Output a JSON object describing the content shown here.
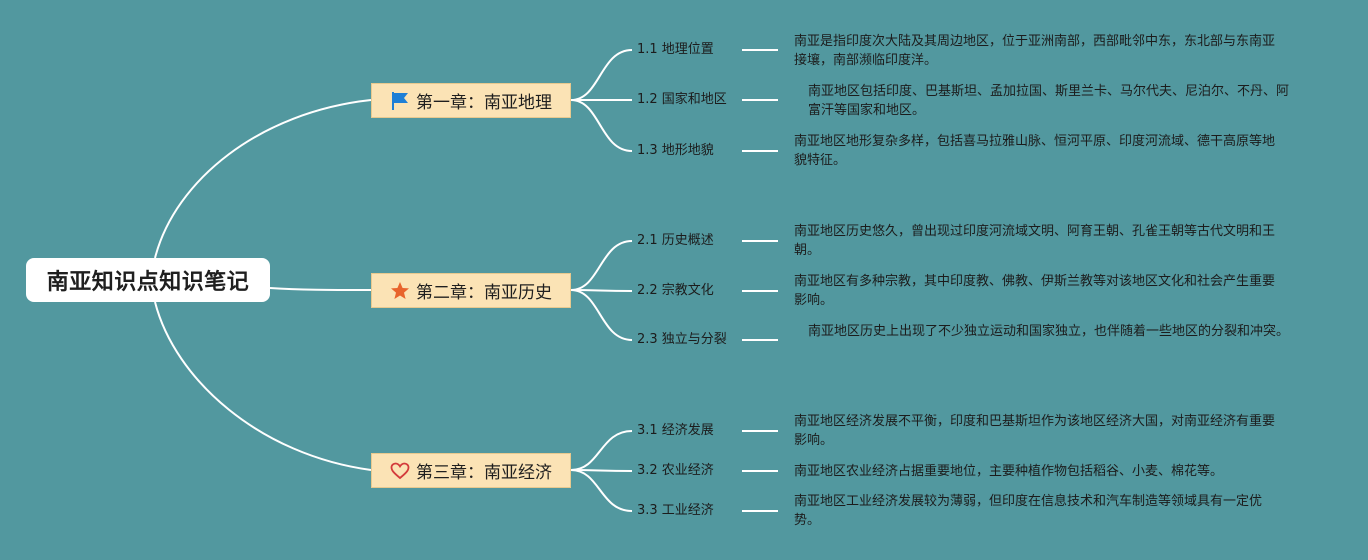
{
  "root": {
    "title": "南亚知识点知识笔记"
  },
  "chapters": [
    {
      "title": "第一章：南亚地理",
      "icon": "flag-icon",
      "topics": [
        {
          "label": "1.1 地理位置",
          "detail": "南亚是指印度次大陆及其周边地区，位于亚洲南部，西部毗邻中东，东北部与东南亚接壤，南部濒临印度洋。"
        },
        {
          "label": "1.2 国家和地区",
          "detail": "南亚地区包括印度、巴基斯坦、孟加拉国、斯里兰卡、马尔代夫、尼泊尔、不丹、阿富汗等国家和地区。"
        },
        {
          "label": "1.3 地形地貌",
          "detail": "南亚地区地形复杂多样，包括喜马拉雅山脉、恒河平原、印度河流域、德干高原等地貌特征。"
        }
      ]
    },
    {
      "title": "第二章：南亚历史",
      "icon": "star-icon",
      "topics": [
        {
          "label": "2.1 历史概述",
          "detail": "南亚地区历史悠久，曾出现过印度河流域文明、阿育王朝、孔雀王朝等古代文明和王朝。"
        },
        {
          "label": "2.2 宗教文化",
          "detail": "南亚地区有多种宗教，其中印度教、佛教、伊斯兰教等对该地区文化和社会产生重要影响。"
        },
        {
          "label": "2.3 独立与分裂",
          "detail": "南亚地区历史上出现了不少独立运动和国家独立，也伴随着一些地区的分裂和冲突。"
        }
      ]
    },
    {
      "title": "第三章：南亚经济",
      "icon": "heart-icon",
      "topics": [
        {
          "label": "3.1 经济发展",
          "detail": "南亚地区经济发展不平衡，印度和巴基斯坦作为该地区经济大国，对南亚经济有重要影响。"
        },
        {
          "label": "3.2 农业经济",
          "detail": "南亚地区农业经济占据重要地位，主要种植作物包括稻谷、小麦、棉花等。"
        },
        {
          "label": "3.3 工业经济",
          "detail": "南亚地区工业经济发展较为薄弱，但印度在信息技术和汽车制造等领域具有一定优势。"
        }
      ]
    }
  ],
  "colors": {
    "background": "#52989f",
    "root_fill": "#ffffff",
    "chapter_fill": "#fbe3b5",
    "connector": "#ffffff",
    "flag": "#1e7fd6",
    "star": "#e8642c",
    "heart": "#d33b3b"
  }
}
